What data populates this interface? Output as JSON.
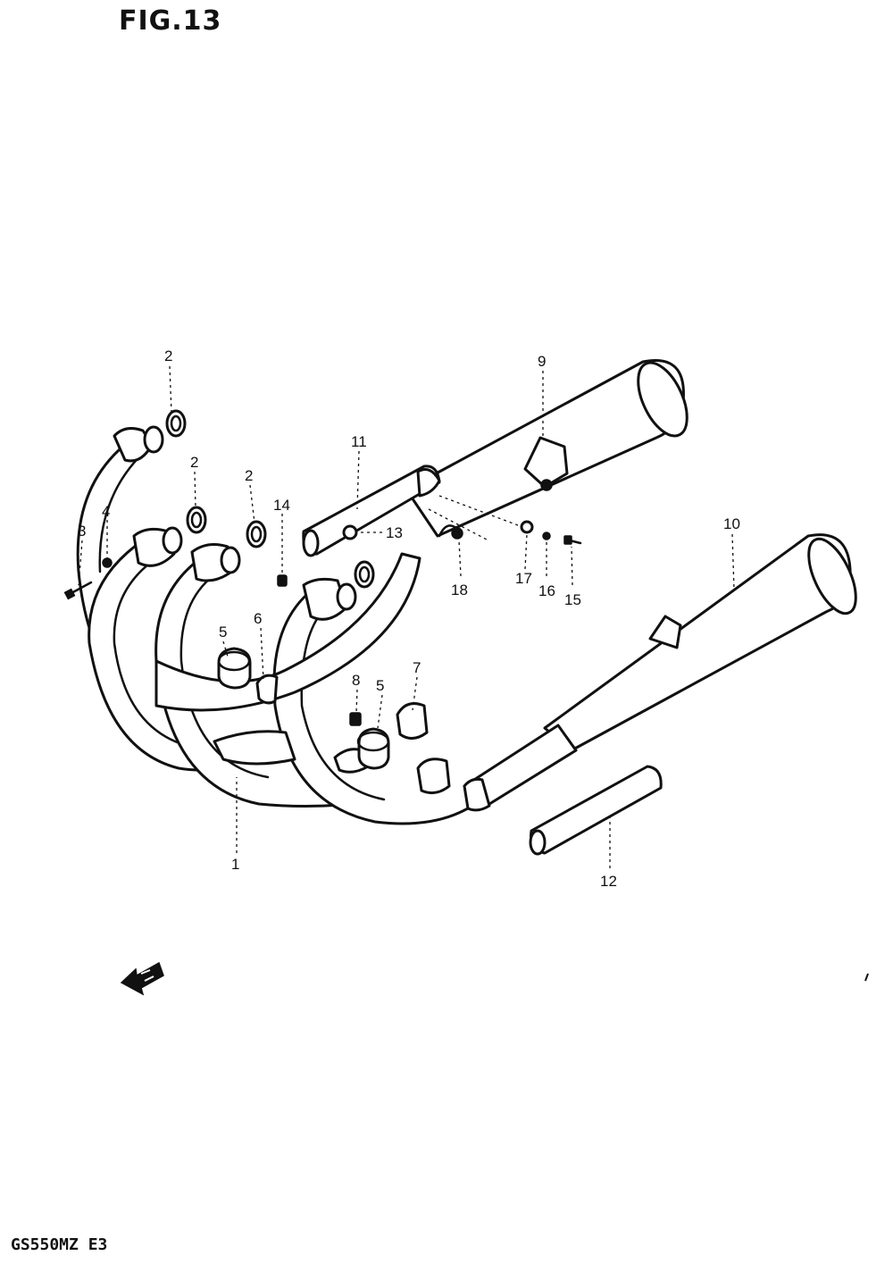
{
  "header": {
    "figure_label": "FIG.13"
  },
  "footer": {
    "model_code": "GS550MZ E3"
  },
  "diagram": {
    "subject": "exhaust-system",
    "callouts": [
      "1",
      "2",
      "2",
      "2",
      "3",
      "4",
      "5",
      "5",
      "6",
      "7",
      "8",
      "9",
      "10",
      "11",
      "12",
      "13",
      "14",
      "15",
      "16",
      "17",
      "18"
    ]
  }
}
